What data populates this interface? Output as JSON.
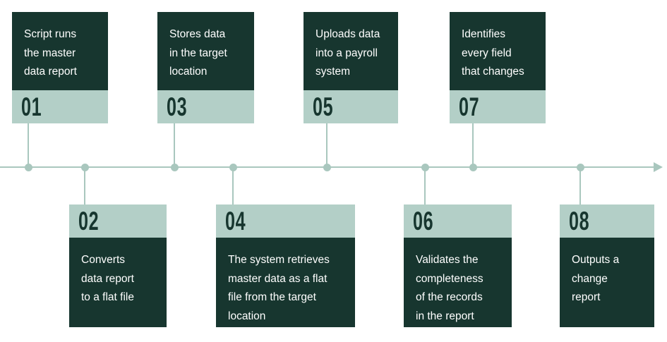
{
  "diagram": {
    "kind": "process-timeline",
    "colors": {
      "box_dark": "#17362f",
      "band_sage": "#b3cfc7",
      "line_sage": "#a9c7be",
      "text_light": "#ffffff",
      "background": "#ffffff"
    },
    "timeline": {
      "arrow_icon": "arrow-right-icon"
    },
    "steps": [
      {
        "num": "01",
        "text": "Script runs\nthe master\ndata report"
      },
      {
        "num": "02",
        "text": "Converts\ndata report\nto a flat file"
      },
      {
        "num": "03",
        "text": "Stores data\nin the target\nlocation"
      },
      {
        "num": "04",
        "text": "The system retrieves\nmaster data as a flat\nfile from the target\nlocation"
      },
      {
        "num": "05",
        "text": "Uploads data\ninto a payroll\nsystem"
      },
      {
        "num": "06",
        "text": "Validates the\ncompleteness\nof the records\nin the report"
      },
      {
        "num": "07",
        "text": "Identifies\nevery field\nthat changes"
      },
      {
        "num": "08",
        "text": "Outputs a\nchange\nreport"
      }
    ]
  }
}
